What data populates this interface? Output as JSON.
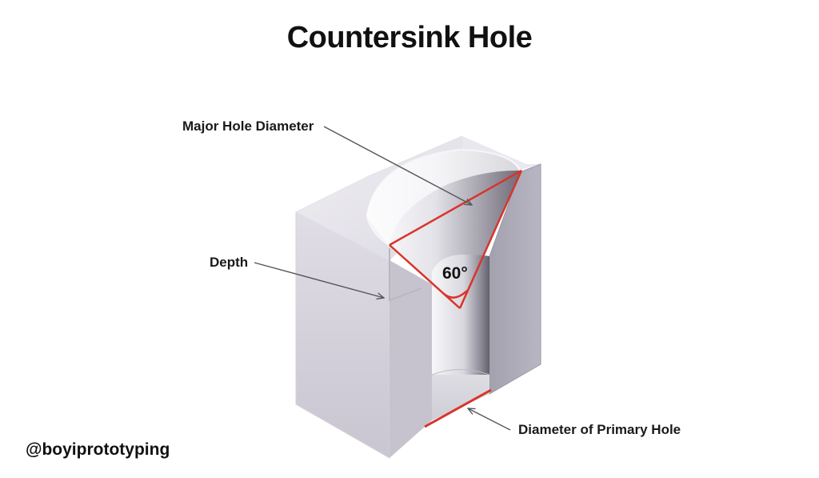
{
  "title": "Countersink Hole",
  "labels": {
    "major_hole_diameter": "Major Hole Diameter",
    "depth": "Depth",
    "angle": "60°",
    "primary_hole_diameter": "Diameter of Primary Hole"
  },
  "watermark": "@boyiprototyping",
  "colors": {
    "accent_lines": "#d9342b",
    "leader_arrows": "#555555",
    "block_front": "#cfcbd6",
    "block_top": "#e6e4ea",
    "block_right": "#a9a6b4"
  }
}
